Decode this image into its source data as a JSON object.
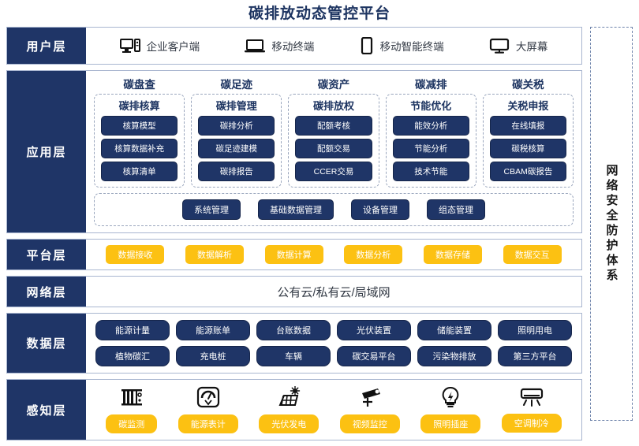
{
  "title": "碳排放动态管控平台",
  "security_bar": {
    "label": "网络安全防护体系"
  },
  "layers": {
    "user": {
      "label": "用户层",
      "items": [
        {
          "label": "企业客户端",
          "icon": "desktop-tower-icon"
        },
        {
          "label": "移动终端",
          "icon": "laptop-icon"
        },
        {
          "label": "移动智能终端",
          "icon": "smartphone-icon"
        },
        {
          "label": "大屏幕",
          "icon": "monitor-icon"
        }
      ]
    },
    "application": {
      "label": "应用层",
      "columns": [
        {
          "title": "碳盘查",
          "subtitle": "碳排核算",
          "items": [
            "核算模型",
            "核算数据补充",
            "核算清单"
          ]
        },
        {
          "title": "碳足迹",
          "subtitle": "碳排管理",
          "items": [
            "碳排分析",
            "碳足迹建模",
            "碳排报告"
          ]
        },
        {
          "title": "碳资产",
          "subtitle": "碳排放权",
          "items": [
            "配额考核",
            "配额交易",
            "CCER交易"
          ]
        },
        {
          "title": "碳减排",
          "subtitle": "节能优化",
          "items": [
            "能效分析",
            "节能分析",
            "技术节能"
          ]
        },
        {
          "title": "碳关税",
          "subtitle": "关税申报",
          "items": [
            "在线填报",
            "碳税核算",
            "CBAM碳报告"
          ]
        }
      ],
      "bottom_items": [
        "系统管理",
        "基础数据管理",
        "设备管理",
        "组态管理"
      ]
    },
    "platform": {
      "label": "平台层",
      "items": [
        "数据接收",
        "数据解析",
        "数据计算",
        "数据分析",
        "数据存储",
        "数据交互"
      ]
    },
    "network": {
      "label": "网络层",
      "text": "公有云/私有云/局域网"
    },
    "data": {
      "label": "数据层",
      "row1": [
        "能源计量",
        "能源账单",
        "台账数据",
        "光伏装置",
        "储能装置",
        "照明用电"
      ],
      "row2": [
        "植物碳汇",
        "充电桩",
        "车辆",
        "碳交易平台",
        "污染物排放",
        "第三方平台"
      ]
    },
    "sense": {
      "label": "感知层",
      "items": [
        {
          "label": "碳监测",
          "icon": "sensor-rack-icon"
        },
        {
          "label": "能源表计",
          "icon": "gauge-meter-icon"
        },
        {
          "label": "光伏发电",
          "icon": "solar-panel-icon"
        },
        {
          "label": "视频监控",
          "icon": "cctv-camera-icon"
        },
        {
          "label": "照明插座",
          "icon": "light-bulb-icon"
        },
        {
          "label": "空调制冷",
          "icon": "air-conditioner-icon"
        }
      ]
    }
  },
  "colors": {
    "navy": "#1f3567",
    "yellow": "#fcc112",
    "border": "#a9b6d0",
    "title": "#1d3461"
  }
}
